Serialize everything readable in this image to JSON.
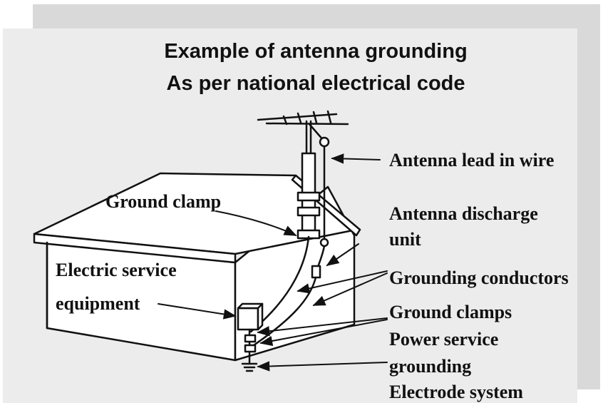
{
  "title": {
    "line1": "Example of antenna grounding",
    "line2": "As per national electrical code"
  },
  "labels": {
    "antenna_lead_in_wire": "Antenna lead in wire",
    "ground_clamp": "Ground clamp",
    "antenna_discharge_unit_line1": "Antenna discharge",
    "antenna_discharge_unit_line2": "unit",
    "electric_service_line1": "Electric service",
    "electric_service_line2": "equipment",
    "grounding_conductors": "Grounding conductors",
    "ground_clamps": "Ground clamps",
    "power_service_line1": "Power service",
    "power_service_line2": "grounding",
    "electrode_system": "Electrode system"
  },
  "colors": {
    "line": "#111111",
    "house_fill": "#ffffff",
    "panel_back": "#d9d9d9",
    "panel_front": "#ececec"
  }
}
